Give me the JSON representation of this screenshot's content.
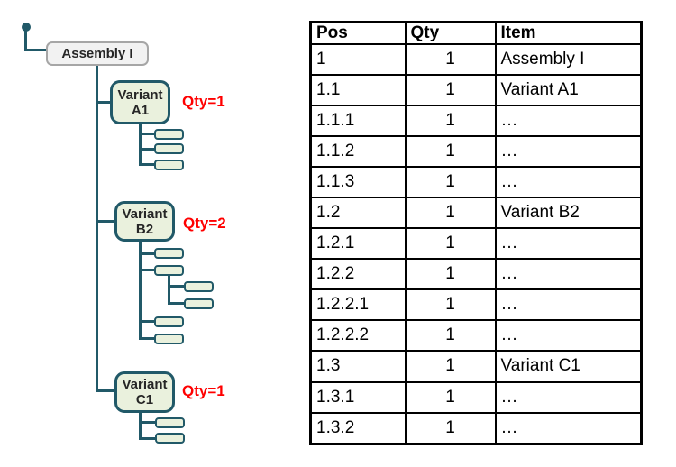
{
  "diagram": {
    "root_label": "Assembly I",
    "variants": [
      {
        "name": "Variant",
        "code": "A1",
        "qty_label": "Qty=1"
      },
      {
        "name": "Variant",
        "code": "B2",
        "qty_label": "Qty=2"
      },
      {
        "name": "Variant",
        "code": "C1",
        "qty_label": "Qty=1"
      }
    ],
    "colors": {
      "connector_line": "#215968",
      "node_border": "#215968",
      "node_fill": "#eaf1dd",
      "root_fill": "#f2f2f2",
      "root_border": "#a6a6a6",
      "qty_text": "#ff0000"
    }
  },
  "table": {
    "headers": [
      "Pos",
      "Qty",
      "Item"
    ],
    "rows": [
      {
        "pos": "1",
        "qty": "1",
        "item": "Assembly I"
      },
      {
        "pos": "1.1",
        "qty": "1",
        "item": "Variant A1"
      },
      {
        "pos": "1.1.1",
        "qty": "1",
        "item": "…"
      },
      {
        "pos": "1.1.2",
        "qty": "1",
        "item": "…"
      },
      {
        "pos": "1.1.3",
        "qty": "1",
        "item": "…"
      },
      {
        "pos": "1.2",
        "qty": "1",
        "item": "Variant B2"
      },
      {
        "pos": "1.2.1",
        "qty": "1",
        "item": "…"
      },
      {
        "pos": "1.2.2",
        "qty": "1",
        "item": "…"
      },
      {
        "pos": "1.2.2.1",
        "qty": "1",
        "item": "…"
      },
      {
        "pos": "1.2.2.2",
        "qty": "1",
        "item": "…"
      },
      {
        "pos": "1.3",
        "qty": "1",
        "item": "Variant C1"
      },
      {
        "pos": "1.3.1",
        "qty": "1",
        "item": "…"
      },
      {
        "pos": "1.3.2",
        "qty": "1",
        "item": "…"
      }
    ]
  }
}
